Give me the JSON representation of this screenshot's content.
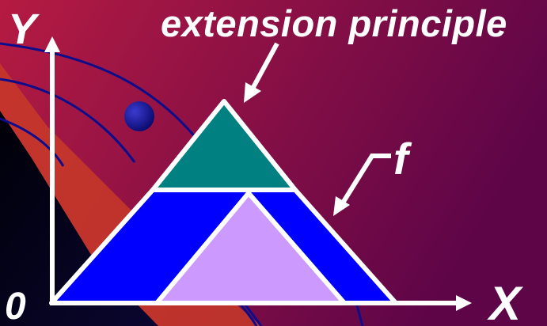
{
  "slide": {
    "title": "extension principle",
    "axis_y_label": "Y",
    "axis_x_label": "X",
    "origin_label": "0",
    "function_label": "f"
  },
  "colors": {
    "background_left": "#b51b42",
    "background_right": "#5e0548",
    "dark_corner": "#05031a",
    "orange_band": "#c83a28",
    "curve": "#0d0d8c",
    "ball": "#0a0a6e",
    "axes": "#ffffff",
    "outline": "#ffffff",
    "triangle_top": "#008080",
    "band_middle": "#0000ff",
    "triangle_inner": "#cc99ff"
  },
  "icons": {
    "arrow_title": "pointer-arrow-icon",
    "arrow_f": "pointer-arrow-icon"
  }
}
